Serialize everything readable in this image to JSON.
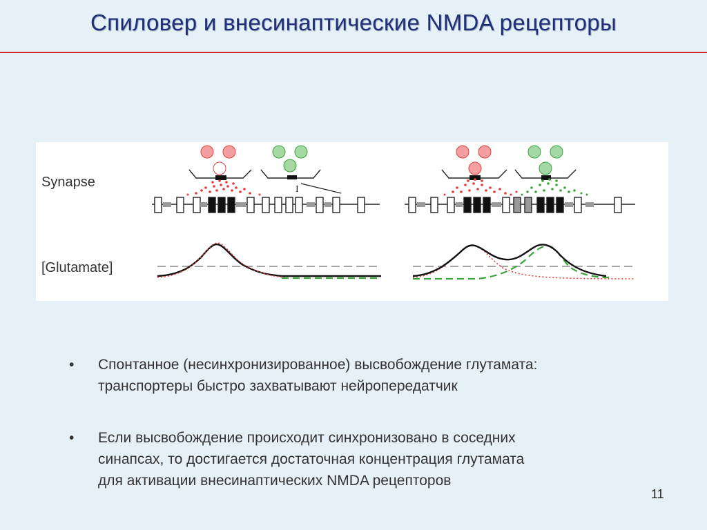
{
  "slide": {
    "title": "Спиловер и внесинаптические NMDA рецепторы",
    "page_number": "11",
    "accent_color": "#d9232a",
    "title_color": "#1f2f7a"
  },
  "figure": {
    "labels": {
      "synapse": "Synapse",
      "glutamate": "[Glutamate]"
    },
    "colors": {
      "red_release": "#e53b3b",
      "green_release": "#3aa33a",
      "trace": "#000000",
      "baseline": "#9a9a9a"
    }
  },
  "bullets": [
    {
      "dot": "•",
      "text_line1": "Спонтанное (несинхронизированное) высвобождение глутамата:",
      "text_line2": "транспортеры быстро захватывают нейропередатчик",
      "text_line3": ""
    },
    {
      "dot": "•",
      "text_line1": "Если высвобождение происходит синхронизовано в соседних",
      "text_line2": "синапсах, то достигается достаточная концентрация глутамата",
      "text_line3": "для активации внесинаптических NMDA рецепторов"
    }
  ]
}
